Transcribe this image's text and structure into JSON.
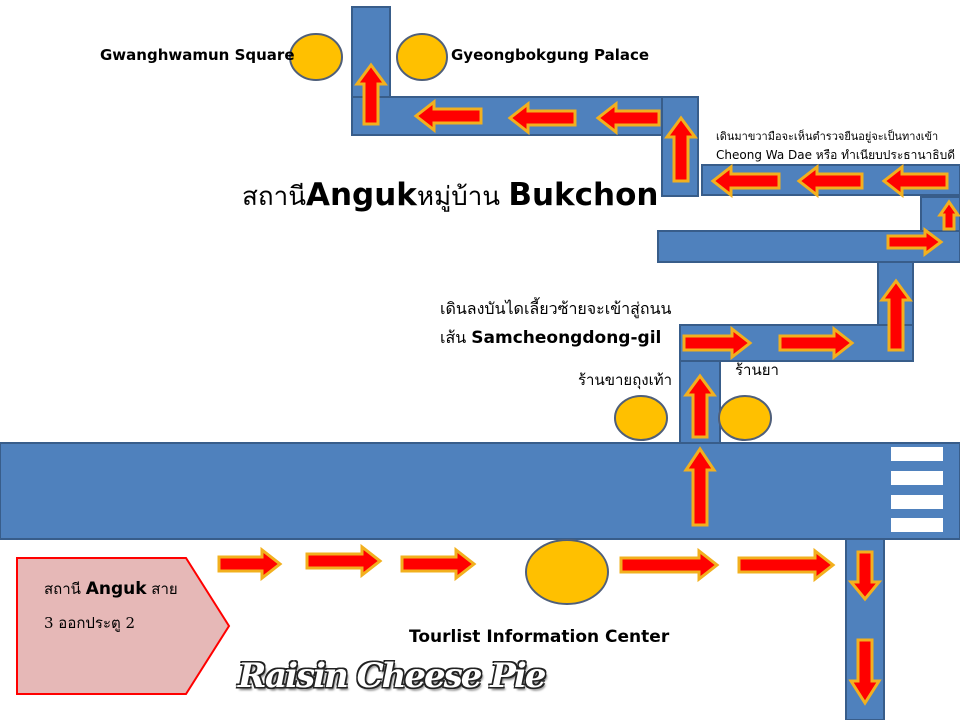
{
  "labels": {
    "gwanghwamun": "Gwanghwamun Square",
    "gyeongbokgung": "Gyeongbokgung Palace",
    "title_th_1": "สถานี",
    "title_en_1": "Anguk",
    "title_th_2": "หมู่บ้าน ",
    "title_en_2": "Bukchon",
    "walk_right_line1": "เดินมาขวามือจะเห็นตำรวจยืนอยู่จะเป็นทางเข้า",
    "walk_right_line2": "Cheong Wa Dae หรือ ทำเนียบประธานาธิบดี",
    "walk_down_line1": "เดินลงบันไดเลี้ยวซ้ายจะเข้าสู่ถนน",
    "walk_down_line2_th": "เส้น ",
    "walk_down_line2_en": "Samcheongdong-gil",
    "socks_shop": "ร้านขายถุงเท้า",
    "pharmacy": "ร้านยา",
    "station_line1_th_a": "สถานี ",
    "station_line1_en": "Anguk",
    "station_line1_th_b": " สาย",
    "station_line2": "3 ออกประตู 2",
    "tourist_center": "Tourlist Information Center",
    "signature": "Raisin Cheese Pie"
  },
  "colors": {
    "road": "#4f81bd",
    "road_border": "#385d8a",
    "arrow_fill": "#ff0000",
    "arrow_outline": "#f2b01e",
    "landmark": "#ffc000",
    "landmark_border": "#4f5f7a",
    "start_fill": "#e6b8b7",
    "start_border": "#ff0000",
    "crosswalk": "#ffffff"
  },
  "icons": {
    "landmark": "circle-landmark",
    "direction": "route-arrow",
    "start": "start-pentagon",
    "crosswalk": "zebra-crossing"
  }
}
